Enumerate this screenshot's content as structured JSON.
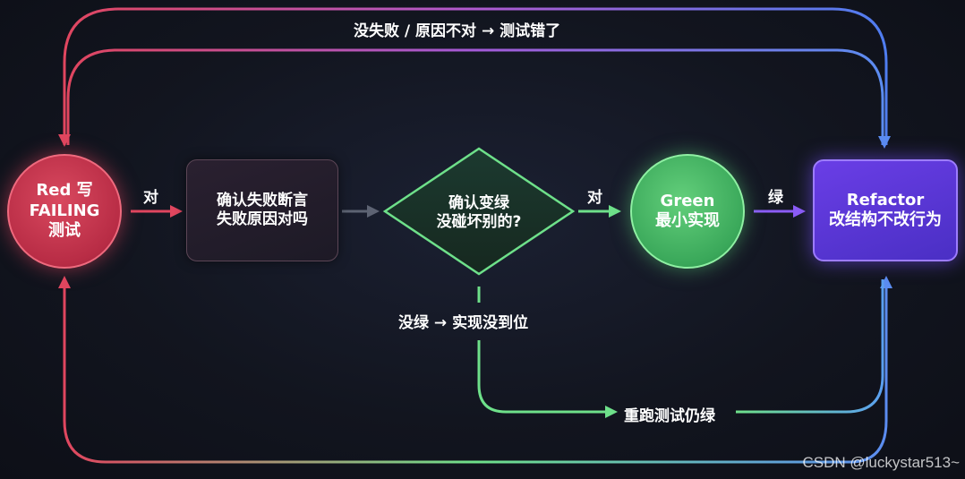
{
  "nodes": {
    "red": {
      "lines": [
        "Red 写",
        "FAILING",
        "测试"
      ]
    },
    "confirm": {
      "lines": [
        "确认失败断言",
        "失败原因对吗"
      ]
    },
    "decision": {
      "lines": [
        "确认变绿",
        "没碰坏别的?"
      ]
    },
    "green": {
      "lines": [
        "Green",
        "最小实现"
      ]
    },
    "refactor": {
      "lines": [
        "Refactor",
        "改结构不改行为"
      ]
    }
  },
  "edges": {
    "top_loop": "没失败 / 原因不对 → 测试错了",
    "red_to_confirm": "对",
    "decision_to_green": "对",
    "green_to_refactor": "绿",
    "not_green": "没绿 → 实现没到位",
    "rerun": "重跑测试仍绿"
  },
  "watermark": "CSDN @luckystar513~",
  "colors": {
    "red": "#e0465f",
    "green": "#6ee08a",
    "purple": "#8b5cf6",
    "blue": "#5b8cf0",
    "gray": "#5d6373"
  }
}
